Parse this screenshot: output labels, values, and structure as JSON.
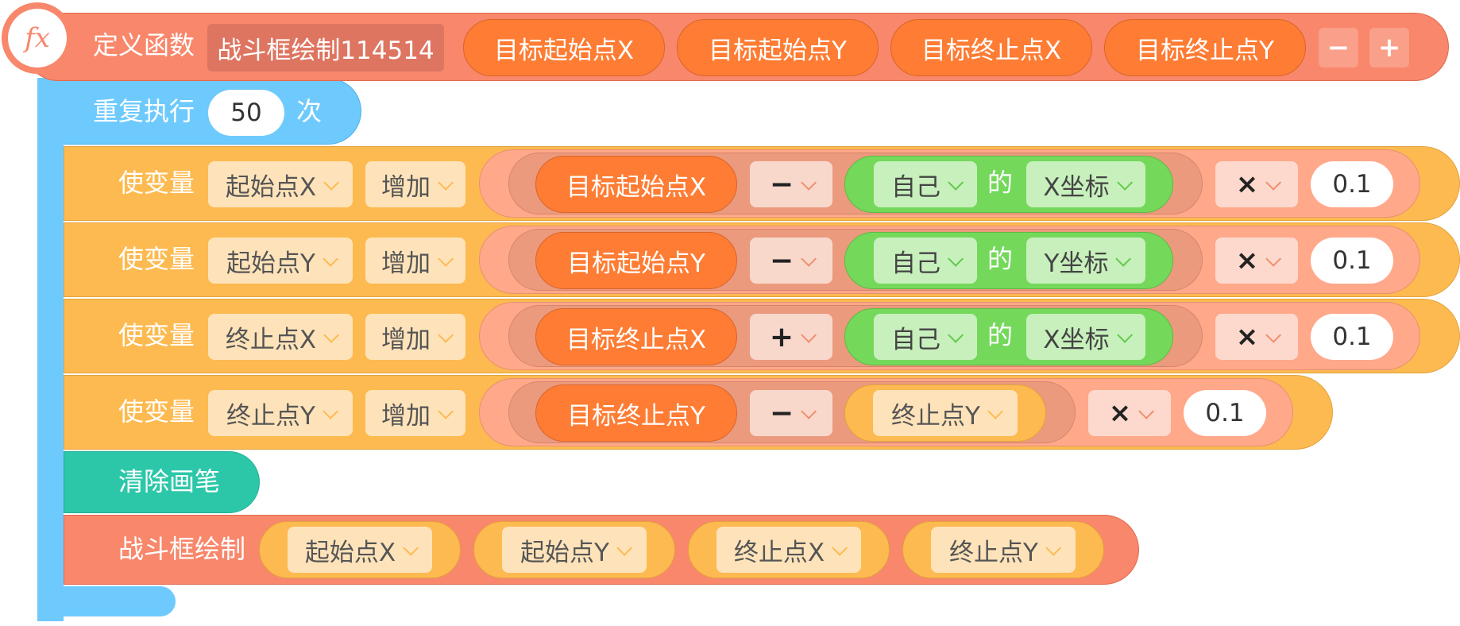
{
  "colors": {
    "function_block": "#F8876B",
    "repeat_block": "#6ECAFD",
    "variable_block": "#FDBA50",
    "math_block": "#FFA88A",
    "param_reporter": "#FE7C33",
    "sensing_block": "#74D85B",
    "pen_block": "#2CC7A9"
  },
  "define": {
    "icon": "function-fx-icon",
    "icon_text": "fx",
    "label": "定义函数",
    "name": "战斗框绘制114514",
    "params": [
      "目标起始点X",
      "目标起始点Y",
      "目标终止点X",
      "目标终止点Y"
    ],
    "minus": "−",
    "plus": "+"
  },
  "repeat": {
    "label": "重复执行",
    "count": "50",
    "unit": "次"
  },
  "set_rows": [
    {
      "label": "使变量",
      "var": "起始点X",
      "op": "增加",
      "target": "目标起始点X",
      "arith": "−",
      "own_label": "自己",
      "of": "的",
      "prop": "X坐标",
      "mult": "×",
      "factor": "0.1"
    },
    {
      "label": "使变量",
      "var": "起始点Y",
      "op": "增加",
      "target": "目标起始点Y",
      "arith": "−",
      "own_label": "自己",
      "of": "的",
      "prop": "Y坐标",
      "mult": "×",
      "factor": "0.1"
    },
    {
      "label": "使变量",
      "var": "终止点X",
      "op": "增加",
      "target": "目标终止点X",
      "arith": "+",
      "own_label": "自己",
      "of": "的",
      "prop": "X坐标",
      "mult": "×",
      "factor": "0.1"
    },
    {
      "label": "使变量",
      "var": "终止点Y",
      "op": "增加",
      "target": "目标终止点Y",
      "arith": "−",
      "var_value": "终止点Y",
      "mult": "×",
      "factor": "0.1"
    }
  ],
  "clear": {
    "label": "清除画笔"
  },
  "call": {
    "label": "战斗框绘制",
    "args": [
      "起始点X",
      "起始点Y",
      "终止点X",
      "终止点Y"
    ]
  }
}
